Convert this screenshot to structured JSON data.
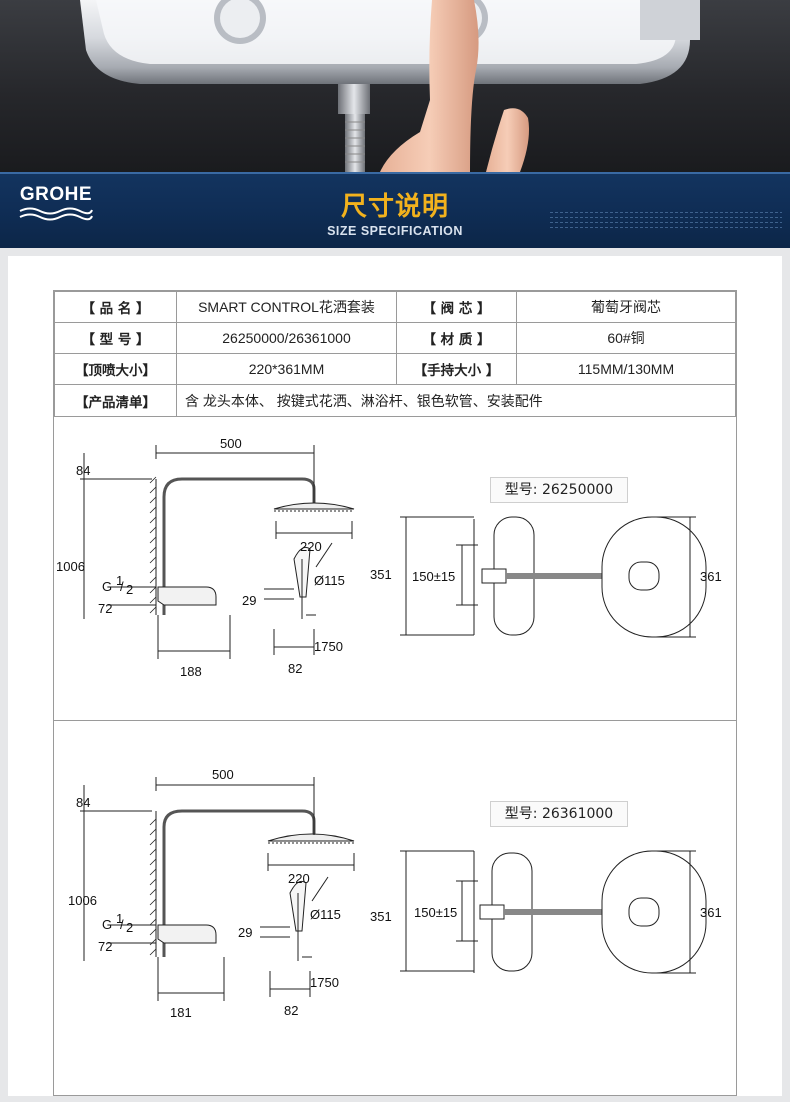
{
  "header": {
    "brand": "GROHE",
    "title": "尺寸说明",
    "subtitle": "SIZE SPECIFICATION"
  },
  "spec_table": {
    "rows": [
      {
        "l1": "【 品    名 】",
        "v1": "SMART CONTROL花洒套装",
        "l2": "【 阀    芯 】",
        "v2": "葡萄牙阀芯"
      },
      {
        "l1": "【 型    号 】",
        "v1": "26250000/26361000",
        "l2": "【 材    质 】",
        "v2": "60#铜"
      },
      {
        "l1": "【顶喷大小】",
        "v1": "220*361MM",
        "l2": "【手持大小 】",
        "v2": "115MM/130MM"
      }
    ],
    "contents_label": "【产品清单】",
    "contents_value": "含 龙头本体、 按键式花洒、淋浴杆、银色软管、安装配件"
  },
  "diagrams": [
    {
      "model": "型号: 26250000",
      "dims": {
        "arm": "500",
        "top": "84",
        "head": "220",
        "height": "1006",
        "g": "G",
        "g_frac_num": "1",
        "g_frac_den": "2",
        "d72": "72",
        "d29": "29",
        "hand": "Ø115",
        "d1750": "1750",
        "d188": "188",
        "d82": "82",
        "front_h": "351",
        "front_c": "150±15",
        "plate_h": "361"
      }
    },
    {
      "model": "型号: 26361000",
      "dims": {
        "arm": "500",
        "top": "84",
        "head": "220",
        "height": "1006",
        "g": "G",
        "g_frac_num": "1",
        "g_frac_den": "2",
        "d72": "72",
        "d29": "29",
        "hand": "Ø115",
        "d1750": "1750",
        "d188": "181",
        "d82": "82",
        "front_h": "351",
        "front_c": "150±15",
        "plate_h": "361"
      }
    }
  ]
}
